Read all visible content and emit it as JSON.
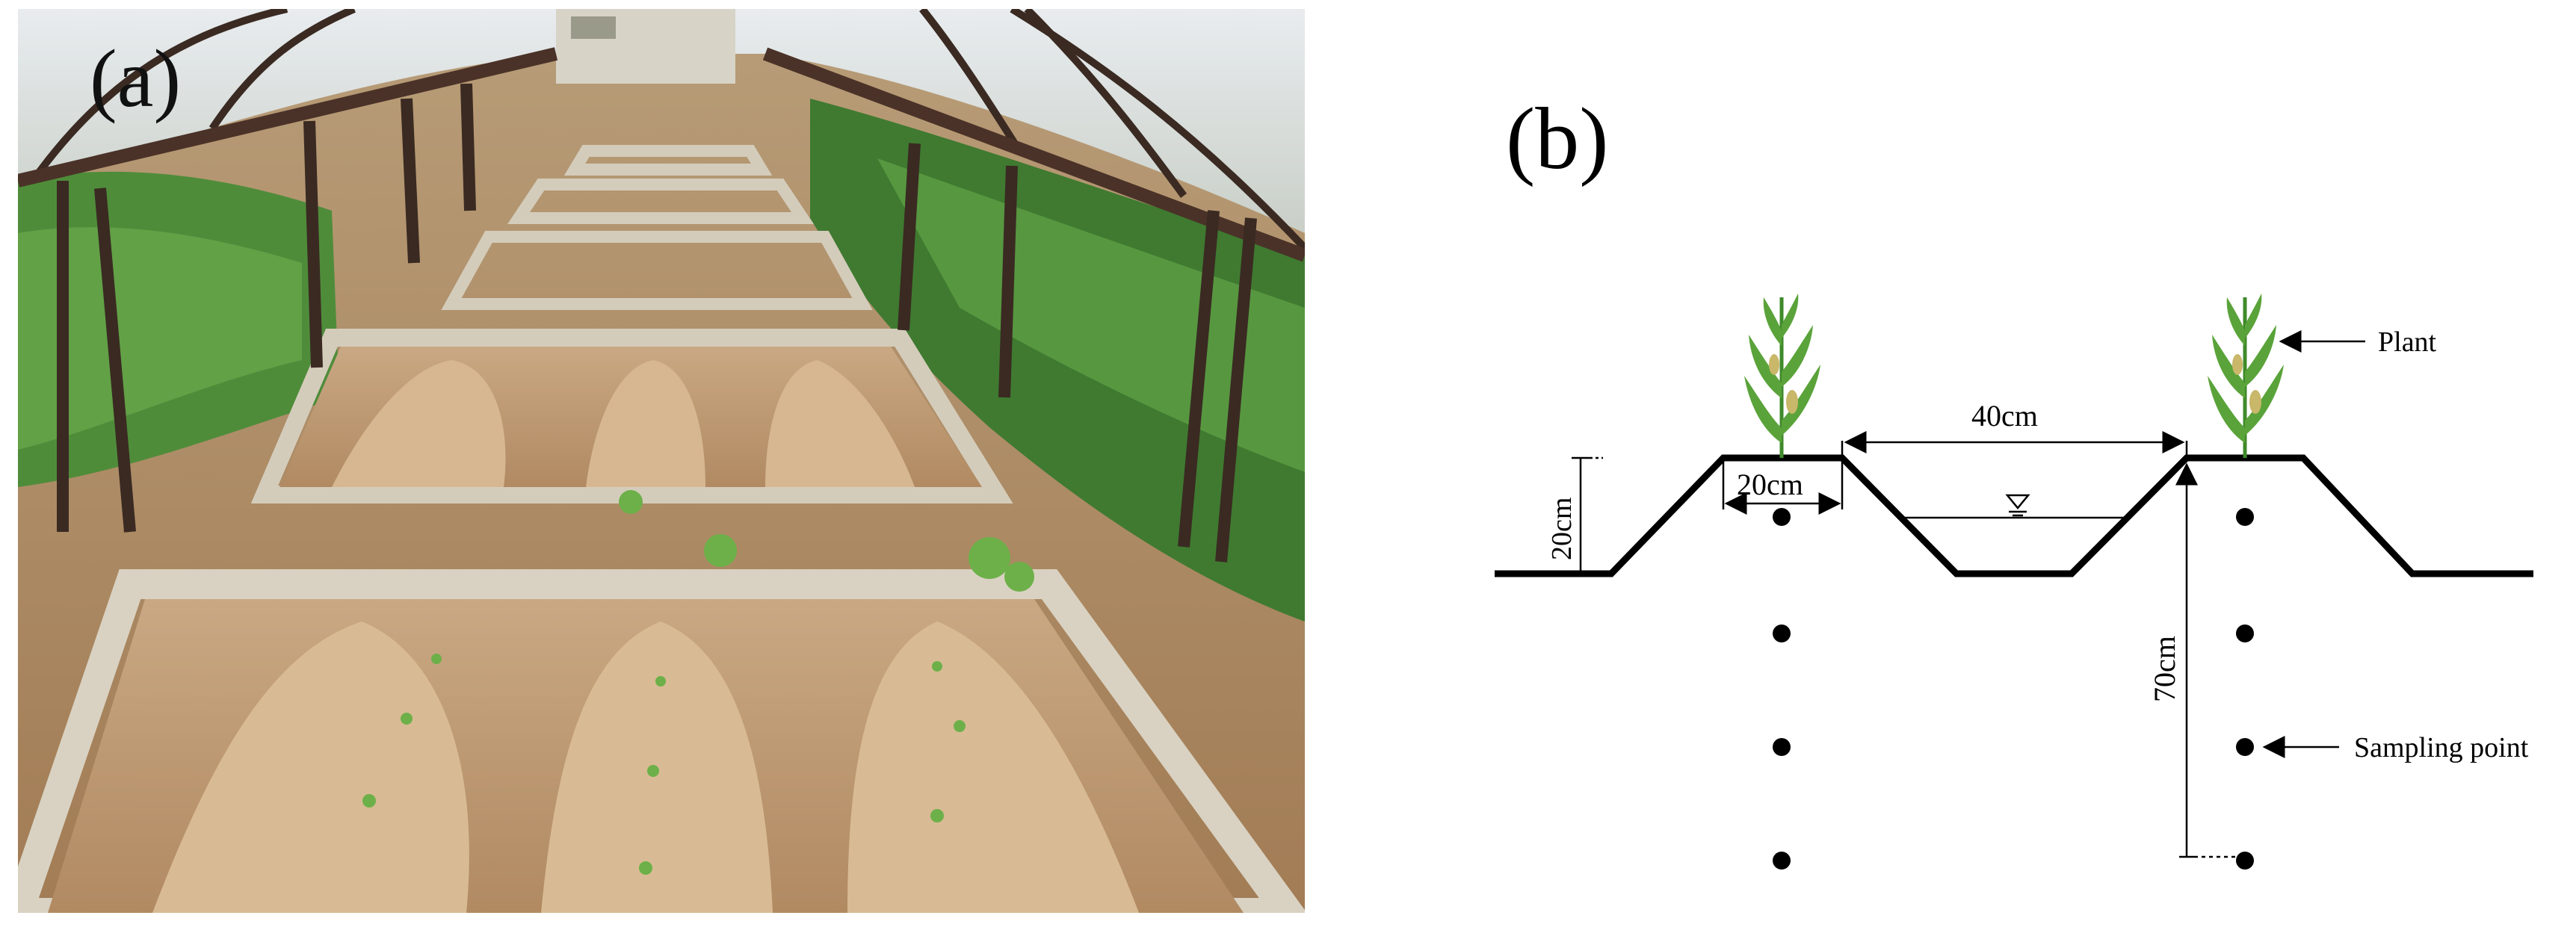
{
  "panels": {
    "photo": {
      "label": "(a)"
    },
    "diagram": {
      "label": "(b)",
      "dimensions": {
        "furrow_spacing": "40cm",
        "ridge_top_width": "20cm",
        "ridge_height": "20cm",
        "sampling_depth": "70cm"
      },
      "annotations": {
        "plant": "Plant",
        "sampling_point": "Sampling point"
      },
      "colors": {
        "line": "#000000",
        "plant_green": "#5aa33a",
        "stem": "#3f8a2a"
      }
    }
  }
}
